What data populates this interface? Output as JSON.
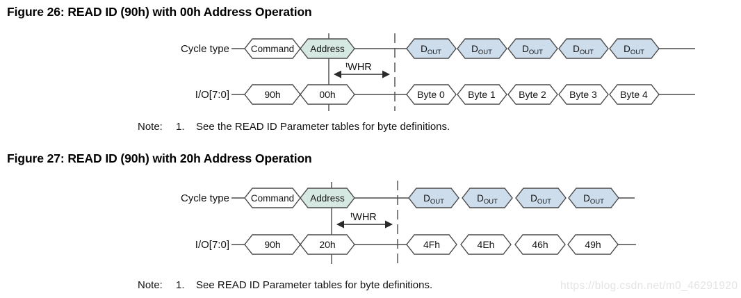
{
  "watermark": "https://blog.csdn.net/m0_46291920",
  "colors": {
    "bubble_fill": "#ffffff",
    "address_fill": "#d6e8e2",
    "dout_fill": "#cdddec"
  },
  "figures": [
    {
      "title": "Figure 26: READ ID (90h) with 00h Address Operation",
      "rows": {
        "cycle_label": "Cycle type",
        "io_label": "I/O[7:0]"
      },
      "twhr": {
        "sup": "t",
        "main": "WHR"
      },
      "dout": {
        "main": "D",
        "sub": "OUT"
      },
      "cycle_bubbles": {
        "command": "Command",
        "address": "Address"
      },
      "io_bubbles": [
        "90h",
        "00h",
        "Byte 0",
        "Byte 1",
        "Byte 2",
        "Byte 3",
        "Byte 4"
      ],
      "note": {
        "label": "Note:",
        "number": "1.",
        "text": "See the READ ID Parameter tables for byte definitions."
      }
    },
    {
      "title": "Figure 27: READ ID (90h) with 20h Address Operation",
      "rows": {
        "cycle_label": "Cycle type",
        "io_label": "I/O[7:0]"
      },
      "twhr": {
        "sup": "t",
        "main": "WHR"
      },
      "dout": {
        "main": "D",
        "sub": "OUT"
      },
      "cycle_bubbles": {
        "command": "Command",
        "address": "Address"
      },
      "io_bubbles": [
        "90h",
        "20h",
        "4Fh",
        "4Eh",
        "46h",
        "49h"
      ],
      "note": {
        "label": "Note:",
        "number": "1.",
        "text": "See READ ID Parameter tables for byte definitions."
      }
    }
  ]
}
